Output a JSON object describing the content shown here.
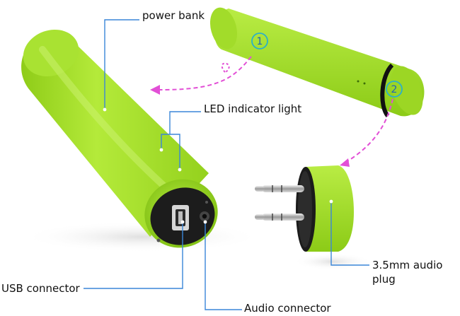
{
  "labels": {
    "power_bank": "power bank",
    "led_indicator": "LED indicator light",
    "audio_plug_line1": "3.5mm audio",
    "audio_plug_line2": "plug",
    "usb_connector": "USB connector",
    "audio_connector": "Audio connector"
  },
  "markers": {
    "step1": "1",
    "step2": "2"
  },
  "colors": {
    "body_green": "#a6e02a",
    "leader_line": "#3a86d8",
    "arrow_magenta": "#e24fd6",
    "marker_ring": "#2bb0c8"
  }
}
